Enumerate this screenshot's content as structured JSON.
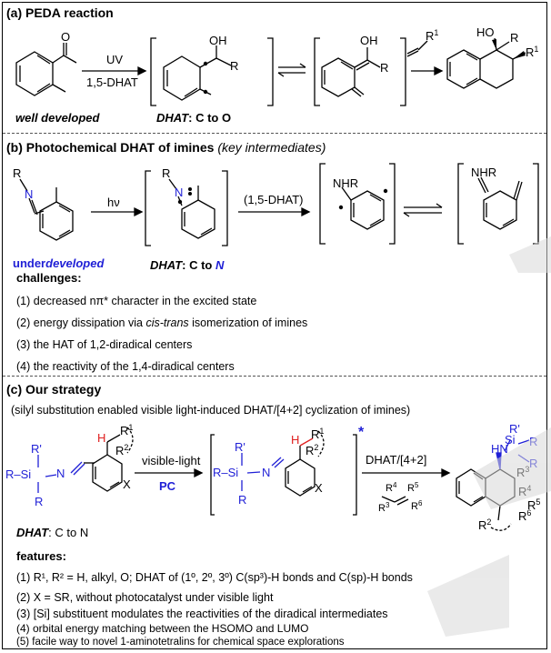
{
  "section_a": {
    "title": "(a) PEDA reaction",
    "arrow_above": "UV",
    "arrow_below": "1,5-DHAT",
    "left_note": "well developed",
    "dhat_label": "DHAT",
    "dhat_text": ": C to O",
    "labels": {
      "ketone_o": "O",
      "r1": "R",
      "oh1": "OH",
      "r2": "R",
      "oh2": "OH",
      "r3": "R",
      "alkene_r": "R",
      "alkene_sup": "1",
      "prod_ho": "HO",
      "prod_r": "R",
      "prod_r1": "R",
      "prod_r1_sup": "1"
    }
  },
  "section_b": {
    "title": "(b) Photochemical DHAT of imines",
    "title_paren": "(key intermediates)",
    "arrow1": "hν",
    "arrow2": "(1,5-DHAT)",
    "underdeveloped_a": "under",
    "underdeveloped_b": "developed",
    "challenges": "challenges:",
    "dhat_label": "DHAT",
    "dhat_text_a": ": C to ",
    "dhat_text_b": "N",
    "items": [
      "(1) decreased nπ* character in the excited state",
      "(2) energy dissipation via ",
      "(3) the HAT of 1,2-diradical centers",
      "(4) the reactivity of the 1,4-diradical centers"
    ],
    "item2_italic": "cis-trans",
    "item2_tail": " isomerization of imines",
    "labels": {
      "r": "R",
      "n": "N",
      "r2": "R",
      "n2": "N",
      "nhr1": "NHR",
      "nhr2": "NHR"
    }
  },
  "section_c": {
    "title": "(c) Our strategy",
    "subtitle": "(silyl substitution enabled visible light-induced DHAT/[4+2] cyclization of imines)",
    "arrow1_above": "visible-light",
    "arrow1_below": "PC",
    "arrow2_above": "DHAT/[4+2]",
    "dhat_label": "DHAT",
    "dhat_text": ":  C to N",
    "features_title": "features:",
    "features": [
      "(1) R¹, R² = H, alkyl, O; DHAT of (1º, 2º, 3º) C(sp³)-H bonds and C(sp)-H bonds",
      "(2) X = SR, without photocatalyst under visible light",
      "(3) [Si] substituent modulates the reactivities of the diradical intermediates",
      "(4) orbital energy matching between the HSOMO and LUMO",
      "(5) facile way to novel 1-aminotetralins for chemical space explorations"
    ],
    "labels": {
      "r_prime": "R'",
      "r_si": "R–Si",
      "r_bottom": "R",
      "n": "N",
      "h": "H",
      "r1": "R",
      "r1_sup": "1",
      "r2": "R",
      "r2_sup": "2",
      "x": "X",
      "star": "*",
      "r4": "R",
      "r4_sup": "4",
      "r5": "R",
      "r5_sup": "5",
      "r3": "R",
      "r3_sup": "3",
      "r6": "R",
      "r6_sup": "6",
      "hn": "HN",
      "si": "Si",
      "r_right": "R"
    }
  },
  "colors": {
    "blue": "#1f1fd6",
    "red": "#e02020",
    "divider": "#555555"
  }
}
